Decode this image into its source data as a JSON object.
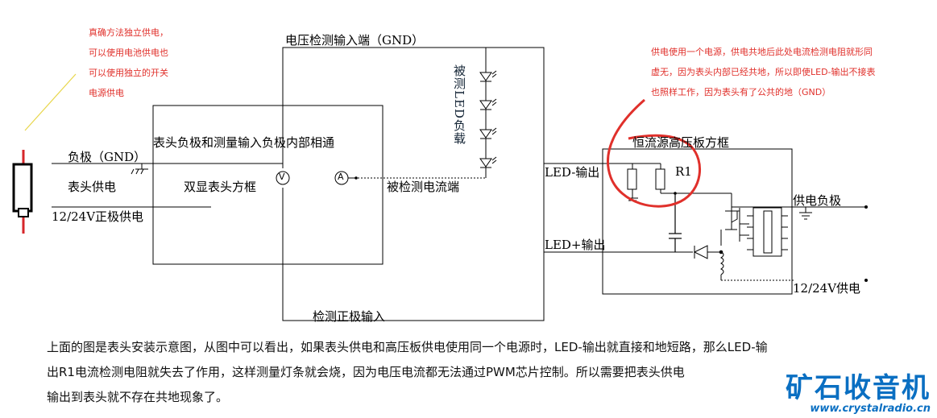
{
  "diagram": {
    "notes": {
      "left": [
        "真确方法独立供电，",
        "可以使用电池供电也",
        "可以使用独立的开关",
        "电源供电"
      ],
      "right": [
        "供电使用一个电源，供电共地后此处电流检测电阻就形同",
        "虚无，因为表头内部已经共地，所以即使LED-输出不接表",
        "也照样工作，因为表头有了公共的地（GND）"
      ]
    },
    "labels": {
      "voltage_input": "电压检测输入端（GND）",
      "meter_neg_common": "表头负极和测量输入负极内部相通",
      "negative_gnd": "负极（GND）",
      "meter_power": "表头供电",
      "dual_meter_box": "双显表头方框",
      "positive_supply": "12/24V正极供电",
      "current_measured_end": "被检测电流端",
      "led_load": "被测LED负载",
      "cc_board_box": "恒流源高压板方框",
      "led_minus_out": "LED-输出",
      "led_plus_out": "LED+输出",
      "r1": "R1",
      "supply_negative": "供电负极",
      "supply_12_24v": "12/24V供电",
      "detect_positive_input": "检测正极输入",
      "voltmeter_symbol": "V",
      "ammeter_symbol": "A"
    },
    "paragraph": [
      "上面的图是表头安装示意图，从图中可以看出，如果表头供电和高压板供电使用同一个电源时，LED-输出就直接和地短路，那么LED-输",
      "出R1电流检测电阻就失去了作用，这样测量灯条就会烧，因为电压电流都无法通过PWM芯片控制。所以需要把表头供电",
      "输出到表头就不存在共地现象了。"
    ],
    "watermark": {
      "brand": "矿石收音机",
      "url": "www.crystalradio.cn"
    }
  },
  "colors": {
    "annotation_red": "#e0302b",
    "wire_black": "#000000",
    "watermark_blue": "#0a6fc2"
  }
}
